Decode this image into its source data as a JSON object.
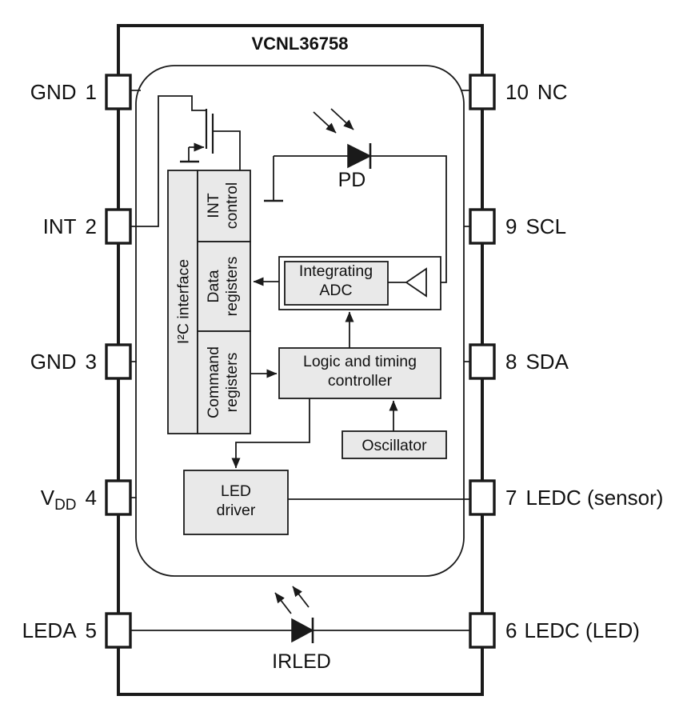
{
  "title": "VCNL36758",
  "colors": {
    "block_fill": "#e9e9e9",
    "line": "#1a1a1a",
    "background": "#ffffff"
  },
  "pins": {
    "left": [
      {
        "label": "GND",
        "number": "1"
      },
      {
        "label": "INT",
        "number": "2"
      },
      {
        "label": "GND",
        "number": "3"
      },
      {
        "label": "V",
        "label_sub": "DD",
        "number": "4"
      },
      {
        "label": "LEDA",
        "number": "5"
      }
    ],
    "right": [
      {
        "number": "10",
        "label": "NC"
      },
      {
        "number": "9",
        "label": "SCL"
      },
      {
        "number": "8",
        "label": "SDA"
      },
      {
        "number": "7",
        "label": "LEDC (sensor)"
      },
      {
        "number": "6",
        "label": "LEDC (LED)"
      }
    ]
  },
  "blocks": {
    "i2c_interface": "I²C interface",
    "int_control": {
      "line1": "INT",
      "line2": "control"
    },
    "data_registers": {
      "line1": "Data",
      "line2": "registers"
    },
    "command_registers": {
      "line1": "Command",
      "line2": "registers"
    },
    "integrating_adc": {
      "line1": "Integrating",
      "line2": "ADC"
    },
    "logic_timing_controller": {
      "line1": "Logic and timing",
      "line2": "controller"
    },
    "oscillator": "Oscillator",
    "led_driver": {
      "line1": "LED",
      "line2": "driver"
    }
  },
  "components": {
    "photodiode": "PD",
    "irled": "IRLED"
  }
}
